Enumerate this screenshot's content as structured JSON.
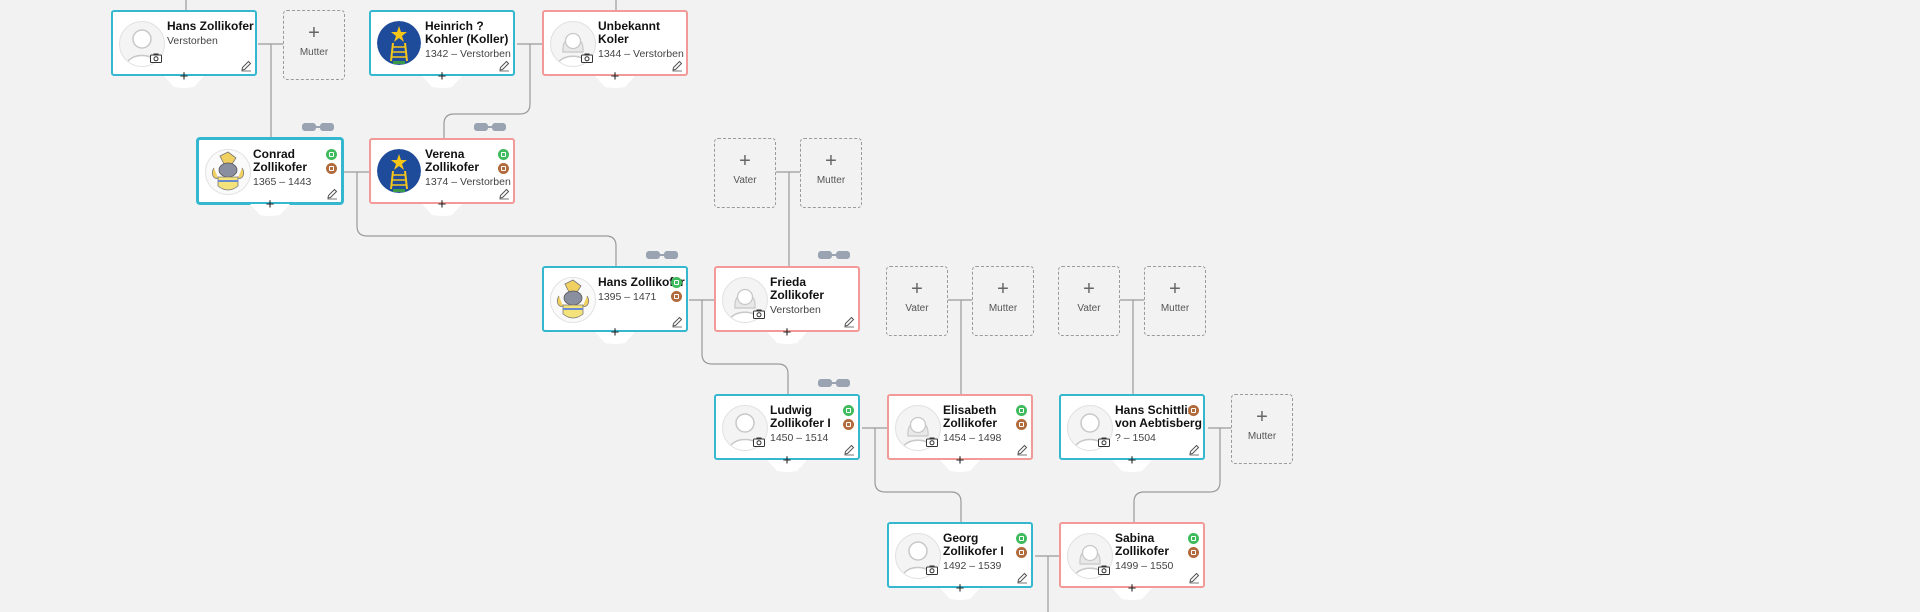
{
  "people": [
    {
      "id": "hans1",
      "name": "Hans Zollikofer",
      "dates": "Verstorben",
      "gender": "m"
    },
    {
      "id": "heinrich",
      "name": "Heinrich ? Kohler (Koller)",
      "dates": "1342 – Verstorben",
      "gender": "m"
    },
    {
      "id": "unbekannt",
      "name": "Unbekannt Koler",
      "dates": "1344 – Verstorben",
      "gender": "f"
    },
    {
      "id": "conrad",
      "name": "Conrad Zollikofer",
      "dates": "1365 – 1443",
      "gender": "m"
    },
    {
      "id": "verena",
      "name": "Verena Zollikofer",
      "dates": "1374 – Verstorben",
      "gender": "f"
    },
    {
      "id": "hans2",
      "name": "Hans Zollikofer",
      "dates": "1395 – 1471",
      "gender": "m"
    },
    {
      "id": "frieda",
      "name": "Frieda Zollikofer",
      "dates": "Verstorben",
      "gender": "f"
    },
    {
      "id": "ludwig",
      "name": "Ludwig Zollikofer I",
      "dates": "1450 – 1514",
      "gender": "m"
    },
    {
      "id": "elisabeth",
      "name": "Elisabeth Zollikofer",
      "dates": "1454 – 1498",
      "gender": "f"
    },
    {
      "id": "schittlin",
      "name": "Hans Schittlin von Aebtisberg",
      "dates": "? – 1504",
      "gender": "m"
    },
    {
      "id": "georg",
      "name": "Georg Zollikofer I",
      "dates": "1492 – 1539",
      "gender": "m"
    },
    {
      "id": "sabina",
      "name": "Sabina Zollikofer",
      "dates": "1499 – 1550",
      "gender": "f"
    }
  ],
  "placeholders": {
    "vater": "Vater",
    "mutter": "Mutter",
    "plus": "+"
  },
  "add_symbol": "+",
  "colors": {
    "male_border": "#35b8cf",
    "female_border": "#f29a97",
    "background": "#f2f2f2",
    "connector": "#9a9a9a",
    "badge_green": "#3dbb5d",
    "badge_brown": "#b06a3c"
  },
  "icons": {
    "male_avatar": "male-silhouette-icon",
    "female_avatar": "female-silhouette-icon",
    "coat_of_arms_ladder": "blue-shield-ladder-star-icon",
    "coat_of_arms_helmet": "helmet-crest-icon",
    "camera": "camera-icon",
    "edit": "pencil-icon",
    "relation": "link-icon"
  }
}
